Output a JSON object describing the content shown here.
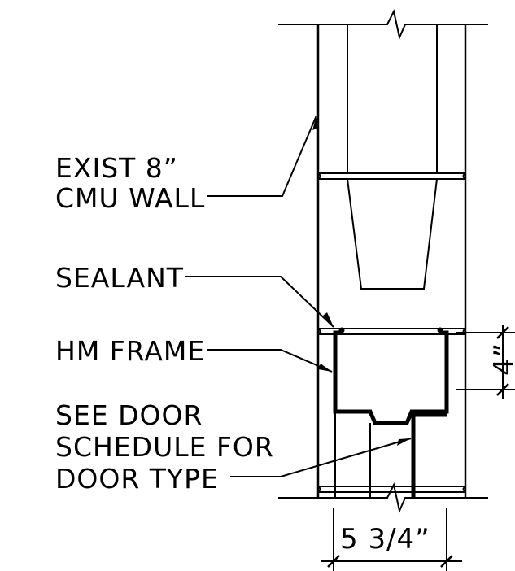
{
  "drawing": {
    "labels": {
      "wall_line1": "EXIST 8”",
      "wall_line2": "CMU WALL",
      "sealant": "SEALANT",
      "frame": "HM FRAME",
      "door_line1": "SEE DOOR",
      "door_line2": "SCHEDULE FOR",
      "door_line3": "DOOR TYPE"
    },
    "dimensions": {
      "frame_depth": "4”",
      "frame_width": "5 3/4”"
    }
  }
}
